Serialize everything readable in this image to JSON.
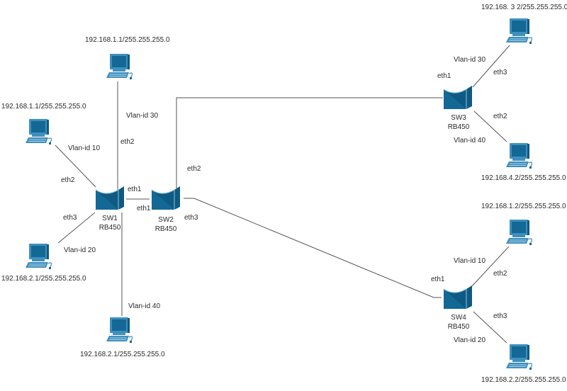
{
  "diagram": {
    "type": "network-topology",
    "colors": {
      "device": "#136896",
      "device_light": "#3f8fbd",
      "link": "#555555"
    },
    "switches": [
      {
        "id": "sw1",
        "name": "SW1",
        "model": "RB450"
      },
      {
        "id": "sw2",
        "name": "SW2",
        "model": "RB450"
      },
      {
        "id": "sw3",
        "name": "SW3",
        "model": "RB450"
      },
      {
        "id": "sw4",
        "name": "SW4",
        "model": "RB450"
      }
    ],
    "hosts": [
      {
        "id": "pc-sw1-top",
        "ip": "192.168.1.1/255.255.255.0"
      },
      {
        "id": "pc-sw1-left",
        "ip": "192.168.1.1/255.255.255.0"
      },
      {
        "id": "pc-sw1-lowerleft",
        "ip": "192.168.2.1/255.255.255.0"
      },
      {
        "id": "pc-sw1-bottom",
        "ip": "192.168.2.1/255.255.255.0"
      },
      {
        "id": "pc-sw3-top",
        "ip": "192.168. 3 2/255.255.255.0"
      },
      {
        "id": "pc-sw3-bottom",
        "ip": "192.168.4.2/255.255.255.0"
      },
      {
        "id": "pc-sw4-top",
        "ip": "192.168.1.2/255.255.255.0"
      },
      {
        "id": "pc-sw4-bottom",
        "ip": "192.168.2.2/255.255.255.0"
      }
    ],
    "links": [
      {
        "from": "sw1",
        "to": "pc-sw1-top",
        "port": "eth2",
        "vlan": "Vlan-id 30"
      },
      {
        "from": "sw1",
        "to": "pc-sw1-left",
        "port": "eth2",
        "vlan": "Vlan-id 10"
      },
      {
        "from": "sw1",
        "to": "pc-sw1-lowerleft",
        "port": "eth3",
        "vlan": "Vlan-id 20"
      },
      {
        "from": "sw1",
        "to": "pc-sw1-bottom",
        "port": "",
        "vlan": "Vlan-id 40"
      },
      {
        "from": "sw1",
        "to": "sw2",
        "port": "eth1",
        "port_b": "eth1"
      },
      {
        "from": "sw2",
        "to": "sw3",
        "port": "eth2",
        "port_b": "eth1"
      },
      {
        "from": "sw2",
        "to": "sw4",
        "port": "eth3",
        "port_b": "eth1"
      },
      {
        "from": "sw3",
        "to": "pc-sw3-top",
        "port": "eth3",
        "vlan": "Vlan-id 30"
      },
      {
        "from": "sw3",
        "to": "pc-sw3-bottom",
        "port": "eth2",
        "vlan": "Vlan-id 40"
      },
      {
        "from": "sw4",
        "to": "pc-sw4-top",
        "port": "eth2",
        "vlan": "Vlan-id 10"
      },
      {
        "from": "sw4",
        "to": "pc-sw4-bottom",
        "port": "eth3",
        "vlan": "Vlan-id 20"
      }
    ]
  }
}
